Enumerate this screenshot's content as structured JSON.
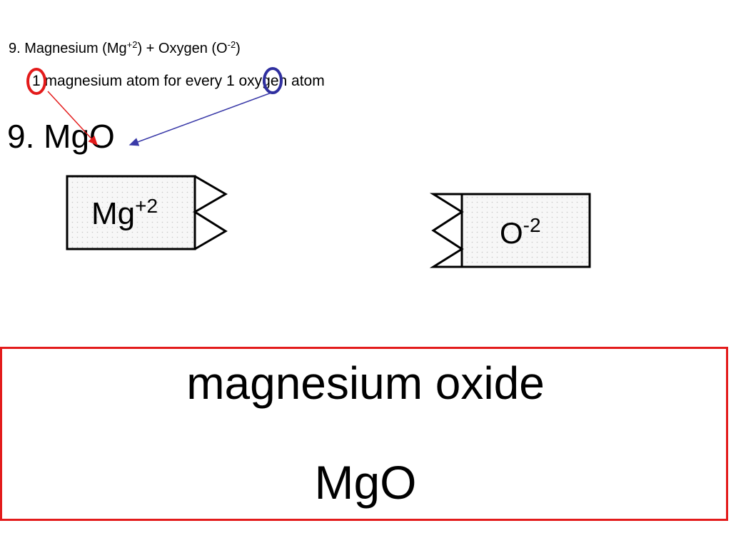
{
  "header": {
    "magnesium_label": "9. Magnesium (Mg",
    "magnesium_charge": "+2",
    "mid_text": ") + Oxygen (O",
    "oxygen_charge": "-2",
    "end_text": ")"
  },
  "ratio_line": {
    "mg_count": "1",
    "mg_text": " magnesium atom for every ",
    "o_count": "1",
    "o_text": " oxygen atom"
  },
  "formula_line": "9. MgO",
  "ions": {
    "mg_symbol": "Mg",
    "mg_charge": "+2",
    "o_symbol": "O",
    "o_charge": "-2"
  },
  "result": {
    "name": "magnesium oxide",
    "formula": "MgO"
  },
  "colors": {
    "red_circle": "#e31b1b",
    "blue_circle": "#2f2f9f",
    "red_arrow": "#e31b1b",
    "blue_arrow": "#3a3aa8",
    "result_border": "#e31b1b"
  }
}
